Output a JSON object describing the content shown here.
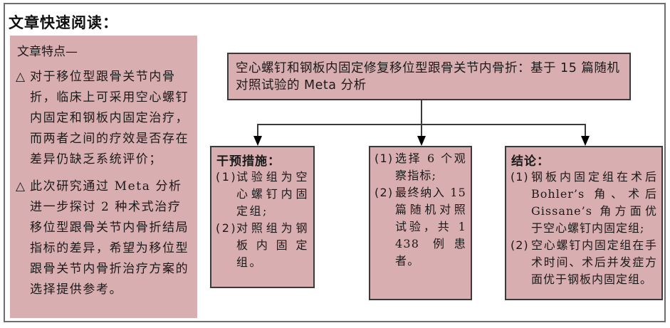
{
  "heading": "文章快速阅读：",
  "left_panel": {
    "title": "文章特点—",
    "bullet_symbol": "△",
    "paragraphs": [
      "对于移位型跟骨关节内骨折，临床上可采用空心螺钉内固定和钢板内固定治疗，而两者之间的疗效是否存在差异仍缺乏系统评价；",
      "此次研究通过 Meta 分析进一步探讨 2 种术式治疗移位型跟骨关节内骨折结局指标的差异，希望为移位型跟骨关节内骨折治疗方案的选择提供参考。"
    ]
  },
  "flowchart": {
    "title": "空心螺钉和钢板内固定修复移位型跟骨关节内骨折：基于 15 篇随机对照试验的 Meta 分析",
    "boxes": [
      {
        "title": "干预措施：",
        "items": [
          {
            "num": "(1)",
            "text": "试验组为空心螺钉内固定组;"
          },
          {
            "num": "(2)",
            "text": "对照组为钢板内固定组。"
          }
        ]
      },
      {
        "title": "",
        "items": [
          {
            "num": "(1)",
            "text": "选择 6 个观察指标;"
          },
          {
            "num": "(2)",
            "text": "最终纳入 15 篇随机对照试验，共 1 438 例患者。"
          }
        ]
      },
      {
        "title": "结论：",
        "items": [
          {
            "num": "(1)",
            "text": "钢板内固定组在术后 Bohler’s 角、术后 Gissane’s 角方面优于空心螺钉内固定组;"
          },
          {
            "num": "(2)",
            "text": "空心螺钉内固定组在手术时间、术后并发症方面优于钢板内固定组。"
          }
        ]
      }
    ]
  },
  "colors": {
    "box_fill": "#d9aeb0",
    "border": "#3a3a3a",
    "frame": "#6e6e6e"
  }
}
